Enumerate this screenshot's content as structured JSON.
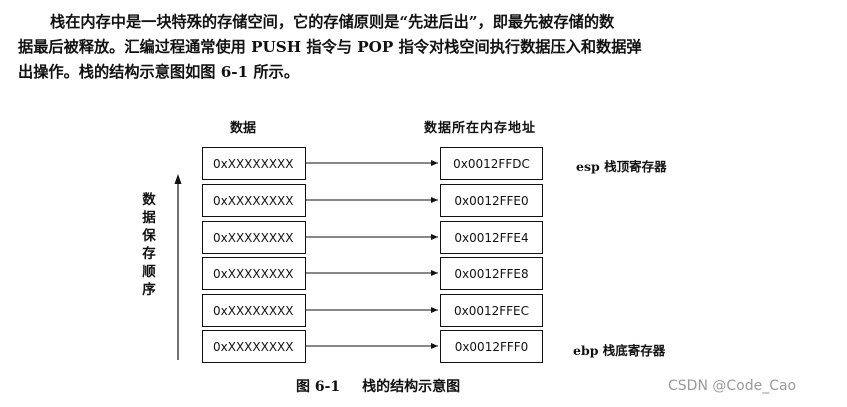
{
  "paragraph": {
    "line1": "栈在内存中是一块特殊的存储空间，它的存储原则是“先进后出”，即最先被存储的数",
    "line2": "据最后被释放。汇编过程通常使用 PUSH 指令与 POP 指令对栈空间执行数据压入和数据弹",
    "line3": "出操作。栈的结构示意图如图 6-1 所示。"
  },
  "figure": {
    "data_header": "数据",
    "address_header": "数据所在内存地址",
    "rows": [
      {
        "data": "0xXXXXXXXX",
        "address": "0x0012FFDC"
      },
      {
        "data": "0xXXXXXXXX",
        "address": "0x0012FFE0"
      },
      {
        "data": "0xXXXXXXXX",
        "address": "0x0012FFE4"
      },
      {
        "data": "0xXXXXXXXX",
        "address": "0x0012FFE8"
      },
      {
        "data": "0xXXXXXXXX",
        "address": "0x0012FFEC"
      },
      {
        "data": "0xXXXXXXXX",
        "address": "0x0012FFF0"
      }
    ],
    "esp_label": "esp 栈顶寄存器",
    "ebp_label": "ebp 栈底寄存器",
    "order_label": [
      "数",
      "据",
      "保",
      "存",
      "顺",
      "序"
    ],
    "caption_number": "图 6-1",
    "caption_title": "栈的结构示意图"
  },
  "watermark": "CSDN @Code_Cao"
}
